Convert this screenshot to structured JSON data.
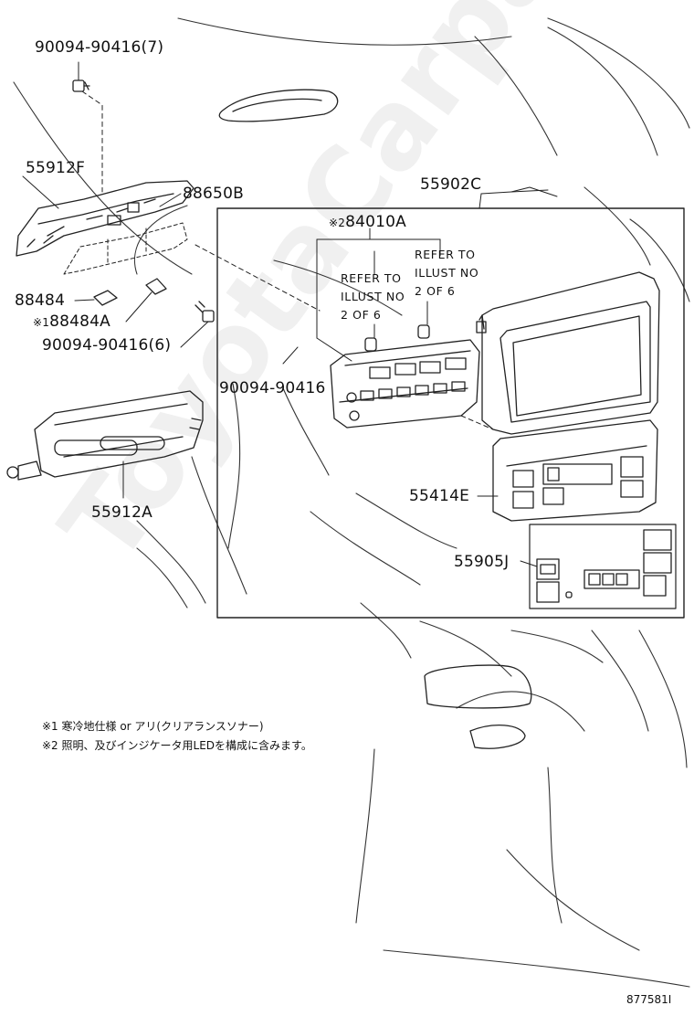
{
  "parts": {
    "screw_7": "90094-90416(7)",
    "bracket_f": "55912F",
    "bracket_b": "88650B",
    "panel_c": "55902C",
    "sensor": "88484",
    "sensor_a_mark": "※1",
    "sensor_a": "88484A",
    "screw_6": "90094-90416(6)",
    "switch_mark": "※2",
    "switch": "84010A",
    "screw": "90094-90416",
    "tray": "55912A",
    "bezel": "55414E",
    "knobs": "55905J"
  },
  "refs": {
    "left": [
      "REFER TO",
      "ILLUST NO",
      "2 OF 6"
    ],
    "right": [
      "REFER TO",
      "ILLUST NO",
      "2 OF 6"
    ]
  },
  "notes": [
    "※1 寒冷地仕様 or アリ(クリアランスソナー)",
    "※2 照明、及びインジケータ用LEDを構成に含みます。"
  ],
  "diagram_id": "877581I",
  "watermark": "ToyotaCarparts.ru"
}
